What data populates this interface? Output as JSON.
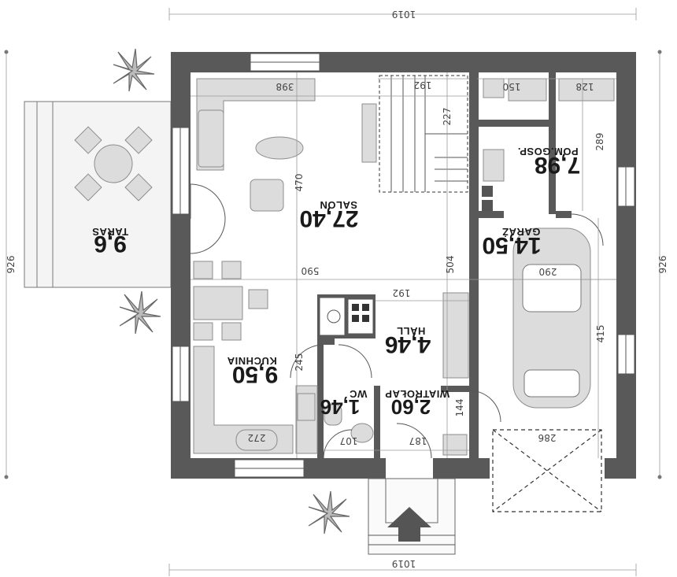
{
  "rooms": {
    "taras": {
      "name": "TARAS",
      "area": "9,6"
    },
    "salon": {
      "name": "SALON",
      "area": "27,40"
    },
    "kuchnia": {
      "name": "KUCHNIA",
      "area": "9,50"
    },
    "hall": {
      "name": "HALL",
      "area": "4,46"
    },
    "wc": {
      "name": "WC",
      "area": "1,46"
    },
    "wiatrolap": {
      "name": "WIATROŁAP",
      "area": "2,60"
    },
    "garaz": {
      "name": "GARAŻ",
      "area": "14,50"
    },
    "pomgosp": {
      "name": "POM.GOSP.",
      "area": "7,98"
    }
  },
  "dimensions": {
    "overall_width_top": "1019",
    "overall_width_bottom": "1019",
    "overall_depth_left": "926",
    "overall_depth_right": "926",
    "salon_top": "398",
    "stair_top": "192",
    "pom_top_left": "150",
    "pom_top_right": "128",
    "stair_side": "227",
    "salon_depth": "470",
    "pom_depth": "289",
    "salon_mid": "590",
    "hall_width": "192",
    "hall_depth": "504",
    "garage_width": "290",
    "garage_depth": "415",
    "kitchen_door": "245",
    "wiatrolap_small": "144",
    "wc_width": "107",
    "wiatrolap_width": "187",
    "kitchen_bottom": "272",
    "garage_door": "286"
  },
  "colors": {
    "wall": "#595959",
    "furniture": "#dcdcdc"
  }
}
